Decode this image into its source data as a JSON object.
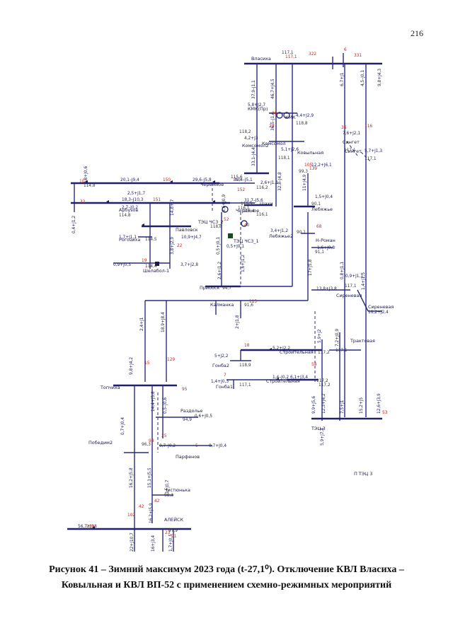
{
  "page_number": "216",
  "caption": {
    "line1": "Рисунок 41 – Зимний максимум 2023 года (t-27,1⁰). Отключение КВЛ Власиха –",
    "line2": "Ковыльная и КВЛ ВП-52 с применением схемно-режимных мероприятий"
  },
  "legend": {
    "text": "П ТЭЦ 3"
  },
  "substations": [
    {
      "id": "vlasikha",
      "name": "Власиха"
    },
    {
      "id": "kmk",
      "name": "КМК"
    },
    {
      "id": "kmk_k",
      "name": "КМК(Пр)"
    },
    {
      "id": "komsomol2",
      "name": "Комсомол2"
    },
    {
      "id": "komsomol",
      "name": "Комсомол"
    },
    {
      "id": "kovylnaya",
      "name": "Ковыльная"
    },
    {
      "id": "singet",
      "name": "Сингет"
    },
    {
      "id": "singet2",
      "name": "Сингет"
    },
    {
      "id": "cheremnoe",
      "name": "Черемное"
    },
    {
      "id": "cheremnoe2",
      "name": "Черемное"
    },
    {
      "id": "shakhi",
      "name": "Шахи"
    },
    {
      "id": "arbuzov",
      "name": "Арбузов"
    },
    {
      "id": "pavlovsk",
      "name": "Павловск"
    },
    {
      "id": "rogozikha",
      "name": "Рогозиха"
    },
    {
      "id": "shelabolikha",
      "name": "Шелабол-1"
    },
    {
      "id": "tec_ch3_2",
      "name": "ТЭЦ ЧС3_2"
    },
    {
      "id": "tec_ch3_1",
      "name": "ТЭЦ ЧС3_1"
    },
    {
      "id": "lebyazhe",
      "name": "Лебяжье"
    },
    {
      "id": "lebyazhe2",
      "name": "Лебяжье2"
    },
    {
      "id": "nroman",
      "name": "Н-Роман"
    },
    {
      "id": "priobsk",
      "name": "Приобск"
    },
    {
      "id": "kalmanka",
      "name": "Калманка"
    },
    {
      "id": "sirenevaya",
      "name": "Сиреневая"
    },
    {
      "id": "sirenevaya2",
      "name": "Сиреневая"
    },
    {
      "id": "traktovaya",
      "name": "Трактовая"
    },
    {
      "id": "stroitelnaya",
      "name": "Строительная"
    },
    {
      "id": "stroitelnaya2",
      "name": "Строительная"
    },
    {
      "id": "gonba2",
      "name": "Гонба2"
    },
    {
      "id": "gonba1",
      "name": "Гонба1"
    },
    {
      "id": "topchikha",
      "name": "Топчиха"
    },
    {
      "id": "razdolye",
      "name": "Раздолье"
    },
    {
      "id": "pobedim2",
      "name": "Победим2"
    },
    {
      "id": "parfenovo",
      "name": "Парфенов"
    },
    {
      "id": "chistyunka",
      "name": "Чистюнька"
    },
    {
      "id": "aleysk",
      "name": "АЛЕЙСК"
    },
    {
      "id": "tec3",
      "name": "ТЭЦ-3"
    }
  ],
  "flows": [
    {
      "id": "f1",
      "value": "20,1–J9,4"
    },
    {
      "id": "f2",
      "value": "29,6–J5,8"
    },
    {
      "id": "f3",
      "value": "30,4–J5,1"
    },
    {
      "id": "f4",
      "value": "18,3–J10,3"
    },
    {
      "id": "f5",
      "value": "2,7–J0,2"
    },
    {
      "id": "f6",
      "value": "2,5+J1,7"
    },
    {
      "id": "f7",
      "value": "31,7–J5,6"
    },
    {
      "id": "f8",
      "value": "2,6+J1,1"
    },
    {
      "id": "f9",
      "value": "1,7+J1,1"
    },
    {
      "id": "f10",
      "value": "10,9+J4,7"
    },
    {
      "id": "f11",
      "value": "0,9+J0,5"
    },
    {
      "id": "f12",
      "value": "3,7+J2,8"
    },
    {
      "id": "f13",
      "value": "5,8+J2,7"
    },
    {
      "id": "f14",
      "value": "4,4+J2,9"
    },
    {
      "id": "f15",
      "value": "4,2+J3"
    },
    {
      "id": "f16",
      "value": "5,1+J2,6"
    },
    {
      "id": "f17",
      "value": "7,6+J2,1"
    },
    {
      "id": "f18",
      "value": "12,2+J6,1"
    },
    {
      "id": "f19",
      "value": "5,7+J1,3"
    },
    {
      "id": "f20",
      "value": "1,5+J0,4"
    },
    {
      "id": "f21",
      "value": "3,4+J1,2"
    },
    {
      "id": "f22",
      "value": "1,6+J0,8"
    },
    {
      "id": "f23",
      "value": "13,8+J3,8"
    },
    {
      "id": "f24",
      "value": "10,2+J2,4"
    },
    {
      "id": "f25",
      "value": "5,2+J2,2"
    },
    {
      "id": "f26",
      "value": "5+J2,2"
    },
    {
      "id": "f27",
      "value": "1,4–J0,2"
    },
    {
      "id": "f28",
      "value": "1,4+J0,3"
    },
    {
      "id": "f29",
      "value": "6,1+J3,4"
    },
    {
      "id": "f30",
      "value": "0,6+J0,5"
    },
    {
      "id": "f31",
      "value": "0,7–J0,2"
    },
    {
      "id": "f32",
      "value": "0,7+J0,4"
    },
    {
      "id": "f33",
      "value": "56,7+J18"
    },
    {
      "id": "f34",
      "value": "0,9+J1,1"
    },
    {
      "id": "f35",
      "value": "0,5+J0,1"
    }
  ],
  "vflows": [
    {
      "id": "v1",
      "value": "37,9–J1,1"
    },
    {
      "id": "v2",
      "value": "46,7+J4,5"
    },
    {
      "id": "v3",
      "value": "36,5–J1,4"
    },
    {
      "id": "v4",
      "value": "33,1–J4,4"
    },
    {
      "id": "v5",
      "value": "32,8–J4,8"
    },
    {
      "id": "v6",
      "value": "11+J4,9"
    },
    {
      "id": "v7",
      "value": "6,7+J1"
    },
    {
      "id": "v8",
      "value": "4,5–J0,1"
    },
    {
      "id": "v9",
      "value": "9,8+J4,3"
    },
    {
      "id": "v10",
      "value": "0,8+J0,6"
    },
    {
      "id": "v11",
      "value": "0,4+J1,2"
    },
    {
      "id": "v12",
      "value": "14,8+J7"
    },
    {
      "id": "v13",
      "value": "3,8+J2,9"
    },
    {
      "id": "v14",
      "value": "9,6+J0,9"
    },
    {
      "id": "v15",
      "value": "1,6+J1,2"
    },
    {
      "id": "v16",
      "value": "2,6+J1,2"
    },
    {
      "id": "v17",
      "value": "17+J5,8"
    },
    {
      "id": "v18",
      "value": "0,8+J1,1"
    },
    {
      "id": "v19",
      "value": "1,4+J1,5"
    },
    {
      "id": "v20",
      "value": "2,4+J1"
    },
    {
      "id": "v21",
      "value": "18,9+J8,4"
    },
    {
      "id": "v22",
      "value": "2+J1,8"
    },
    {
      "id": "v23",
      "value": "9,8+J4,2"
    },
    {
      "id": "v24",
      "value": "14,4+J5,8"
    },
    {
      "id": "v25",
      "value": "0,5–J0,6"
    },
    {
      "id": "v26",
      "value": "5,9+J2"
    },
    {
      "id": "v27",
      "value": "7,2+J0,9"
    },
    {
      "id": "v28",
      "value": "9,9+J5,6"
    },
    {
      "id": "v29",
      "value": "12,3+J4,2"
    },
    {
      "id": "v30",
      "value": "7,5+J1"
    },
    {
      "id": "v31",
      "value": "15,2+J5"
    },
    {
      "id": "v32",
      "value": "12,6+J3,9"
    },
    {
      "id": "v33",
      "value": "5,9+J7,4"
    },
    {
      "id": "v34",
      "value": "0,7+J0,4"
    },
    {
      "id": "v35",
      "value": "16,2+J5,8"
    },
    {
      "id": "v36",
      "value": "15,1+J5,5"
    },
    {
      "id": "v37",
      "value": "1+J0,7"
    },
    {
      "id": "v38",
      "value": "16,2+J5,9"
    },
    {
      "id": "v39",
      "value": "22+J10,7"
    },
    {
      "id": "v40",
      "value": "16+J3,4"
    },
    {
      "id": "v41",
      "value": "1,7+J0,5"
    },
    {
      "id": "v42",
      "value": "0,5+J0,1"
    }
  ],
  "loads": [
    "117,1",
    "322",
    "6",
    "331",
    "150",
    "151",
    "28",
    "29",
    "153",
    "152",
    "139",
    "36",
    "52",
    "40",
    "68",
    "19",
    "22",
    "102",
    "42",
    "95",
    "129",
    "42",
    "15",
    "25",
    "5",
    "7",
    "54",
    "53",
    "94",
    "239",
    "23",
    "91",
    "101",
    "32",
    "115",
    "105",
    "116",
    "18"
  ],
  "voltages": [
    "117,1",
    "118,2",
    "118,8",
    "118,1",
    "115,6",
    "116,2",
    "116,1",
    "114,8",
    "114,5",
    "114,4",
    "118,8",
    "115,4",
    "115,5",
    "116,1",
    "99,3",
    "90,1",
    "90,1",
    "91,1",
    "94,7",
    "91,6",
    "117,1",
    "117,1",
    "117,1",
    "117,2",
    "117,2",
    "118,9",
    "117,1",
    "96,3",
    "94,9",
    "98,3",
    "97,9",
    "117,1",
    "114,8",
    "117,2"
  ]
}
